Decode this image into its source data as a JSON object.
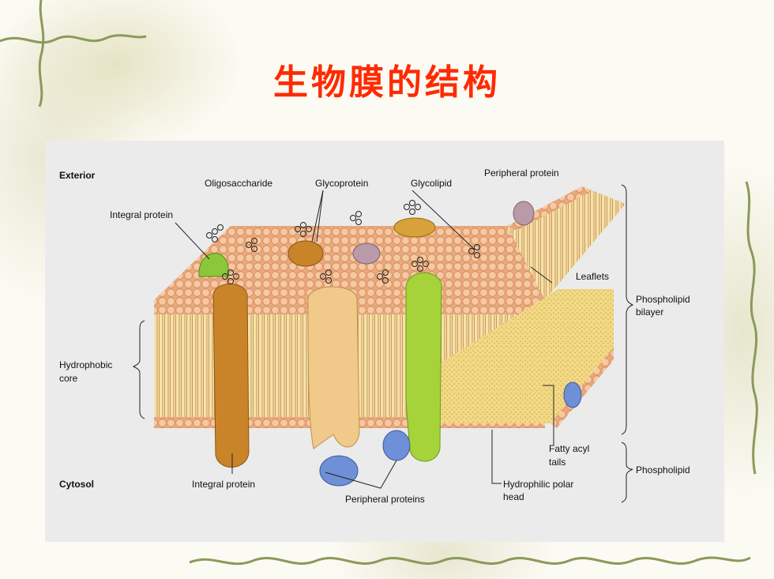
{
  "slide": {
    "title": "生物膜的结构"
  },
  "figure": {
    "labels": {
      "exterior": "Exterior",
      "oligosaccharide": "Oligosaccharide",
      "glycoprotein": "Glycoprotein",
      "glycolipid": "Glycolipid",
      "peripheral_protein": "Peripheral protein",
      "integral_protein_top": "Integral protein",
      "leaflets": "Leaflets",
      "phospholipid_bilayer_line1": "Phospholipid",
      "phospholipid_bilayer_line2": "bilayer",
      "hydrophobic_core_line1": "Hydrophobic",
      "hydrophobic_core_line2": "core",
      "fatty_acyl_tails_line1": "Fatty acyl",
      "fatty_acyl_tails_line2": "tails",
      "phospholipid": "Phospholipid",
      "cytosol": "Cytosol",
      "integral_protein_bottom": "Integral protein",
      "peripheral_proteins": "Peripheral proteins",
      "hydrophilic_polar_head_line1": "Hydrophilic polar",
      "hydrophilic_polar_head_line2": "head"
    },
    "colors": {
      "title": "#ff2a00",
      "panel_background": "#ebebeb",
      "lipid_head": "#f0b890",
      "lipid_tail": "#e9d48a",
      "integral_protein_brown": "#c9842a",
      "integral_protein_tan": "#f1c98a",
      "integral_protein_green": "#a6d33a",
      "peripheral_protein_blue": "#6f8fd6",
      "peripheral_protein_mauve": "#b89aa8",
      "glycolipid_gold": "#d8a23a"
    }
  }
}
